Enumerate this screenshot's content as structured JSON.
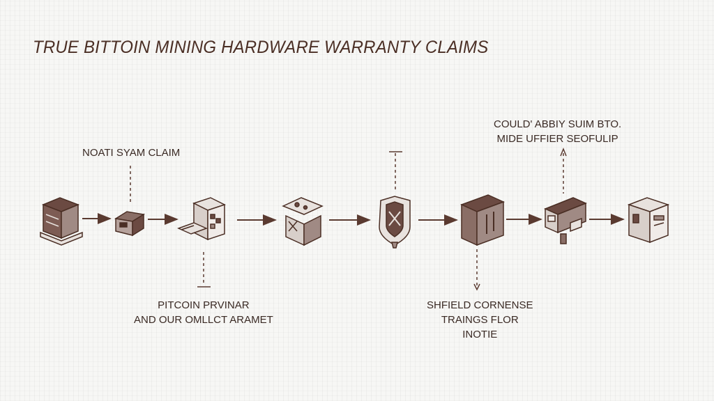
{
  "title": "TRUE BITTOIN MINING HARDWARE WARRANTY CLAIMS",
  "labels": {
    "top_left": "NOATI SYAM CLAIM",
    "top_right": [
      "COULD' ABBIY SUIM BTO.",
      "MIDE UFFIER SEOFULIP"
    ],
    "bottom_left": [
      "PITCOIN PRVINAR",
      "AND OUR OMLLCT ARAMET"
    ],
    "bottom_right": [
      "SHFIELD CORNENSE",
      "TRAINGS FLOR",
      "INOTIE"
    ]
  },
  "colors": {
    "ink": "#4a2e24",
    "icon_dark": "#6b4a42",
    "icon_mid": "#a08a84",
    "icon_light": "#e8e2de"
  },
  "nodes": [
    {
      "name": "server-rack-icon"
    },
    {
      "name": "miner-box-icon"
    },
    {
      "name": "circuit-board-machine-icon"
    },
    {
      "name": "open-package-icon"
    },
    {
      "name": "shield-tool-icon"
    },
    {
      "name": "safe-box-icon"
    },
    {
      "name": "repair-machine-icon"
    },
    {
      "name": "delivered-unit-icon"
    }
  ]
}
